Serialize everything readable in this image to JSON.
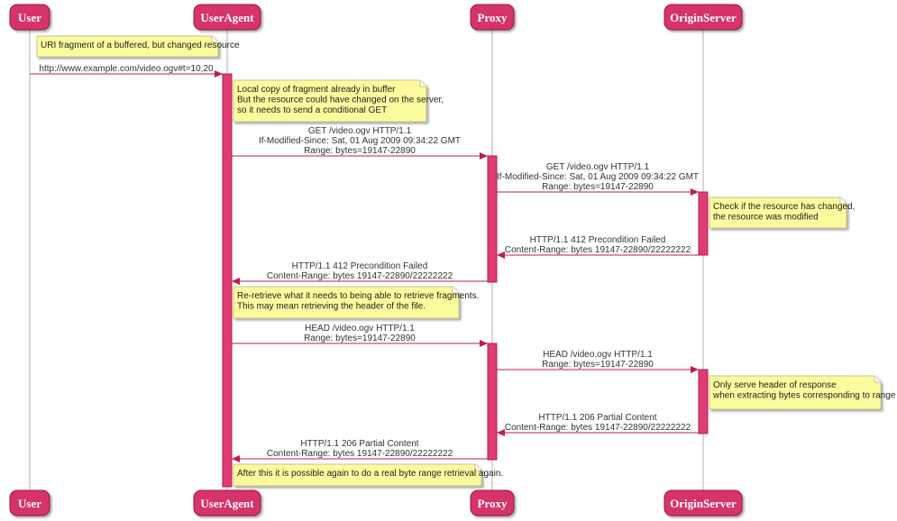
{
  "participants": [
    {
      "id": "user",
      "label": "User"
    },
    {
      "id": "useragent",
      "label": "UserAgent"
    },
    {
      "id": "proxy",
      "label": "Proxy"
    },
    {
      "id": "origin",
      "label": "OriginServer"
    }
  ],
  "notes": [
    {
      "id": "note-uri-fragment",
      "lines": [
        "URI fragment of a buffered, but changed resource"
      ]
    },
    {
      "id": "note-local-copy",
      "lines": [
        "Local copy of fragment already in buffer",
        "But the resource could have changed on the server,",
        "so it needs to send a conditional GET"
      ]
    },
    {
      "id": "note-check-changed",
      "lines": [
        "Check if the resource has changed,",
        "the resource was modified"
      ]
    },
    {
      "id": "note-reretrieve",
      "lines": [
        "Re-retrieve what it needs to being able to retrieve fragments.",
        "This may mean retrieving the header of the file."
      ]
    },
    {
      "id": "note-serve-header",
      "lines": [
        "Only serve header of response",
        "when extracting bytes corresponding to range"
      ]
    },
    {
      "id": "note-after",
      "lines": [
        "After this it is possible again to do a real byte range retrieval again."
      ]
    }
  ],
  "messages": [
    {
      "id": "msg-request-uri",
      "from": "user",
      "to": "useragent",
      "lines": [
        "http://www.example.com/video.ogv#t=10,20"
      ]
    },
    {
      "id": "msg-get-ua-proxy",
      "from": "useragent",
      "to": "proxy",
      "lines": [
        "GET /video.ogv HTTP/1.1",
        "If-Modified-Since: Sat, 01 Aug 2009 09:34:22 GMT",
        "Range: bytes=19147-22890"
      ]
    },
    {
      "id": "msg-get-proxy-origin",
      "from": "proxy",
      "to": "origin",
      "lines": [
        "GET /video.ogv HTTP/1.1",
        "If-Modified-Since: Sat, 01 Aug 2009 09:34:22 GMT",
        "Range: bytes=19147-22890"
      ]
    },
    {
      "id": "msg-412-origin-proxy",
      "from": "origin",
      "to": "proxy",
      "lines": [
        "HTTP/1.1 412 Precondition Failed",
        "Content-Range: bytes 19147-22890/22222222"
      ]
    },
    {
      "id": "msg-412-proxy-ua",
      "from": "proxy",
      "to": "useragent",
      "lines": [
        "HTTP/1.1 412 Precondition Failed",
        "Content-Range: bytes 19147-22890/22222222"
      ]
    },
    {
      "id": "msg-head-ua-proxy",
      "from": "useragent",
      "to": "proxy",
      "lines": [
        "HEAD /video.ogv HTTP/1.1",
        "Range: bytes=19147-22890"
      ]
    },
    {
      "id": "msg-head-proxy-origin",
      "from": "proxy",
      "to": "origin",
      "lines": [
        "HEAD /video.ogv HTTP/1.1",
        "Range: bytes=19147-22890"
      ]
    },
    {
      "id": "msg-206-origin-proxy",
      "from": "origin",
      "to": "proxy",
      "lines": [
        "HTTP/1.1 206 Partial Content",
        "Content-Range: bytes 19147-22890/22222222"
      ]
    },
    {
      "id": "msg-206-proxy-ua",
      "from": "proxy",
      "to": "useragent",
      "lines": [
        "HTTP/1.1 206 Partial Content",
        "Content-Range: bytes 19147-22890/22222222"
      ]
    }
  ]
}
